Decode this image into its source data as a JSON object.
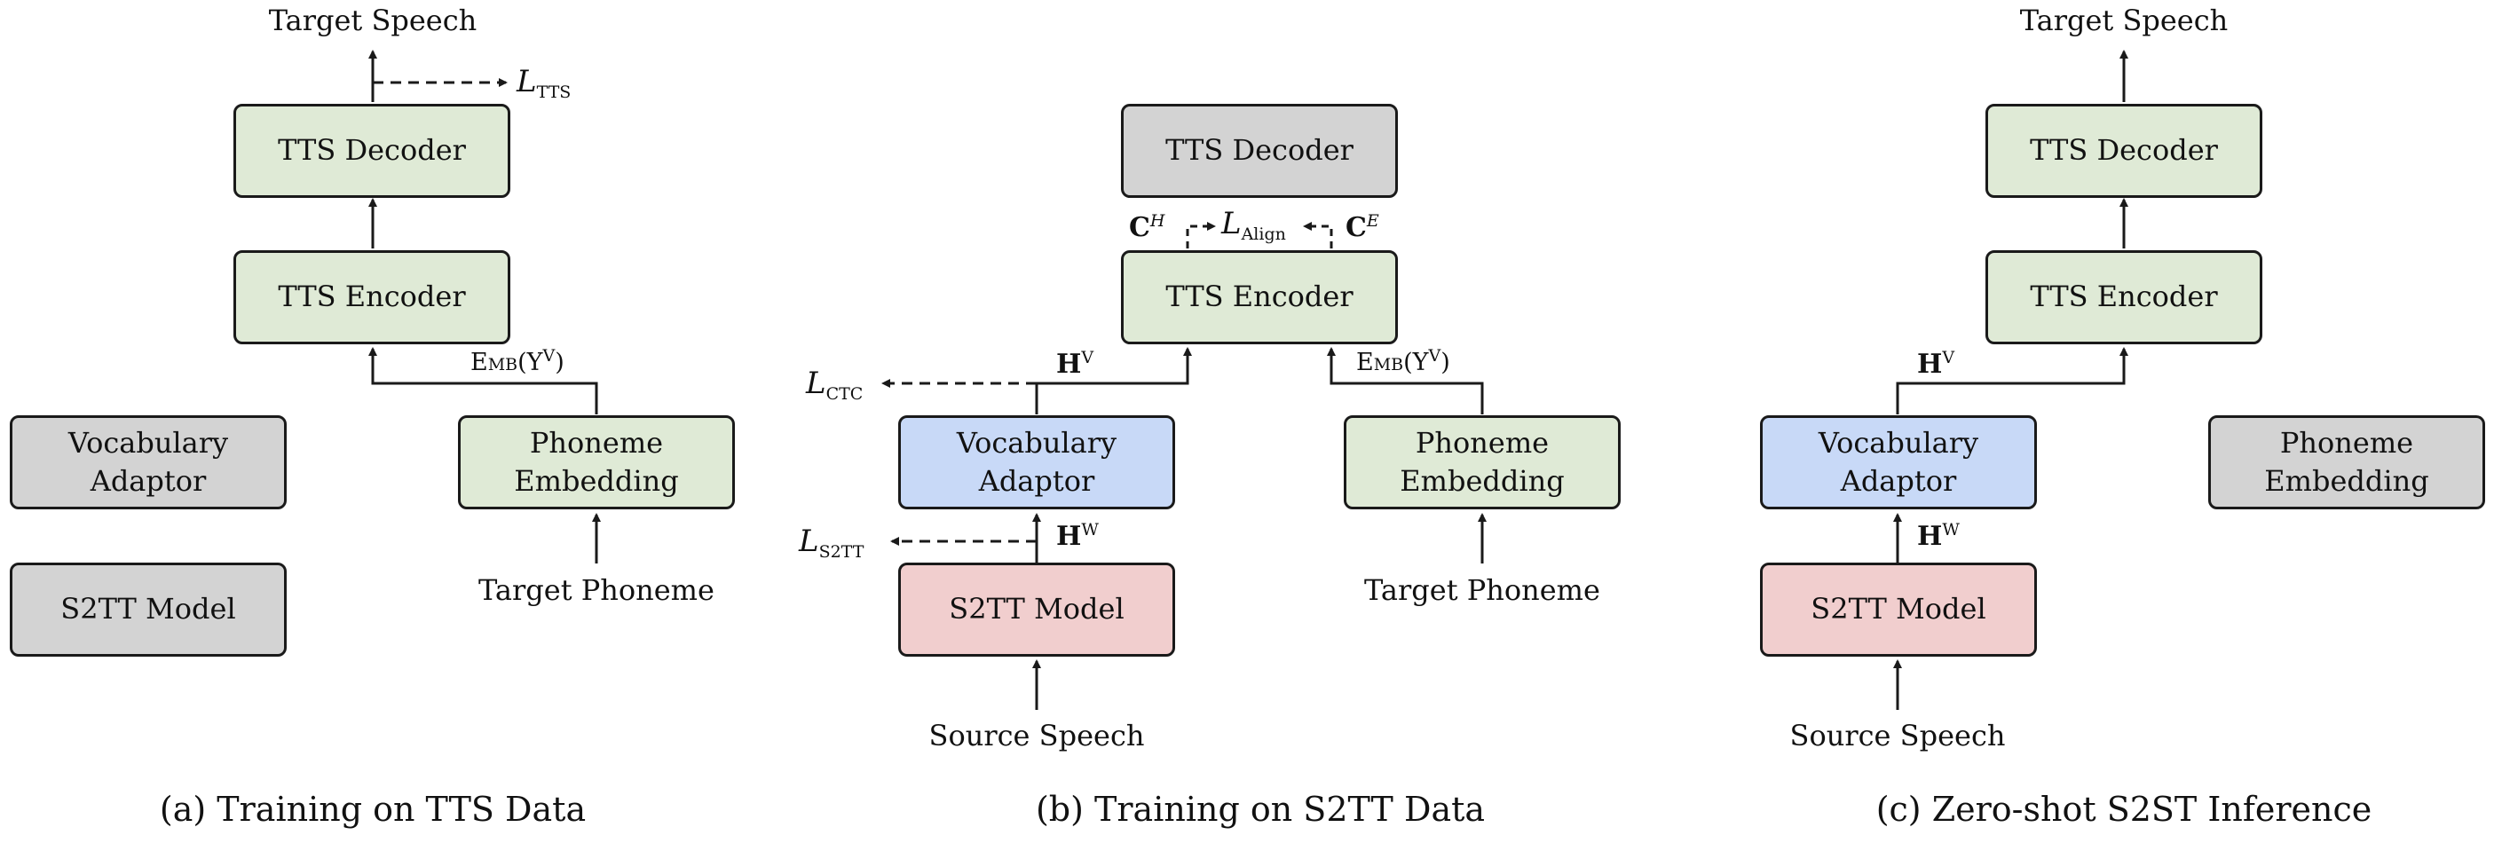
{
  "panel_a": {
    "caption": "(a) Training on TTS Data",
    "top_label": "Target Speech",
    "loss": {
      "main": "L",
      "sub": "TTS"
    },
    "tts_decoder": "TTS Decoder",
    "tts_encoder": "TTS Encoder",
    "vocab_adaptor": "Vocabulary\nAdaptor",
    "s2tt_model": "S2TT Model",
    "phoneme_embedding": "Phoneme\nEmbedding",
    "bottom_label": "Target Phoneme",
    "emb_label": {
      "prefix": "Emb(Y",
      "sup": "V",
      "suffix": ")"
    }
  },
  "panel_b": {
    "caption": "(b) Training on S2TT Data",
    "tts_decoder": "TTS Decoder",
    "tts_encoder": "TTS Encoder",
    "vocab_adaptor": "Vocabulary\nAdaptor",
    "s2tt_model": "S2TT Model",
    "phoneme_embedding": "Phoneme\nEmbedding",
    "bottom_left_label": "Source Speech",
    "bottom_right_label": "Target Phoneme",
    "align_loss": {
      "main": "L",
      "sub": "Align"
    },
    "ch": {
      "main": "C",
      "sup": "H"
    },
    "ce": {
      "main": "C",
      "sup": "E"
    },
    "ctc_loss": {
      "main": "L",
      "sub": "CTC"
    },
    "s2tt_loss": {
      "main": "L",
      "sub": "S2TT"
    },
    "hv": {
      "main": "H",
      "sup": "V"
    },
    "hw": {
      "main": "H",
      "sup": "W"
    },
    "emb_label": {
      "prefix": "Emb(Y",
      "sup": "V",
      "suffix": ")"
    }
  },
  "panel_c": {
    "caption": "(c) Zero-shot S2ST Inference",
    "top_label": "Target Speech",
    "tts_decoder": "TTS Decoder",
    "tts_encoder": "TTS Encoder",
    "vocab_adaptor": "Vocabulary\nAdaptor",
    "s2tt_model": "S2TT Model",
    "phoneme_embedding": "Phoneme\nEmbedding",
    "bottom_label": "Source Speech",
    "hv": {
      "main": "H",
      "sup": "V"
    },
    "hw": {
      "main": "H",
      "sup": "W"
    }
  },
  "colors": {
    "active_green": "#dfead6",
    "frozen_gray": "#d3d3d3",
    "adaptor_blue": "#c8d9f7",
    "s2tt_pink": "#f1cece",
    "line": "#1a1a1a"
  }
}
